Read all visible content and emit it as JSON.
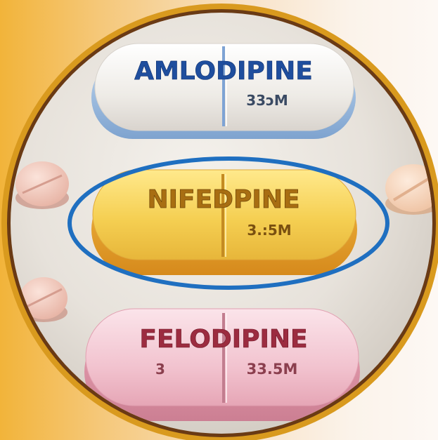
{
  "colors": {
    "frame_outer": "#d99a1e",
    "frame_inner": "#6a3a14",
    "highlight_ring": "#1f6fc0",
    "amlodipine_text": "#1f4e9e",
    "nifedipine_text": "#a86e12",
    "felodipine_text": "#9c2c40"
  },
  "pills": {
    "amlodipine": {
      "name": "AMLODIPINE",
      "dose": "33ɔM"
    },
    "nifedipine": {
      "name": "NIFEDPINE",
      "dose": "3.:5M"
    },
    "felodipine": {
      "name": "FELODIPINE",
      "dose_left": "3",
      "dose": "33.5M"
    }
  },
  "highlighted_pill": "nifedipine"
}
